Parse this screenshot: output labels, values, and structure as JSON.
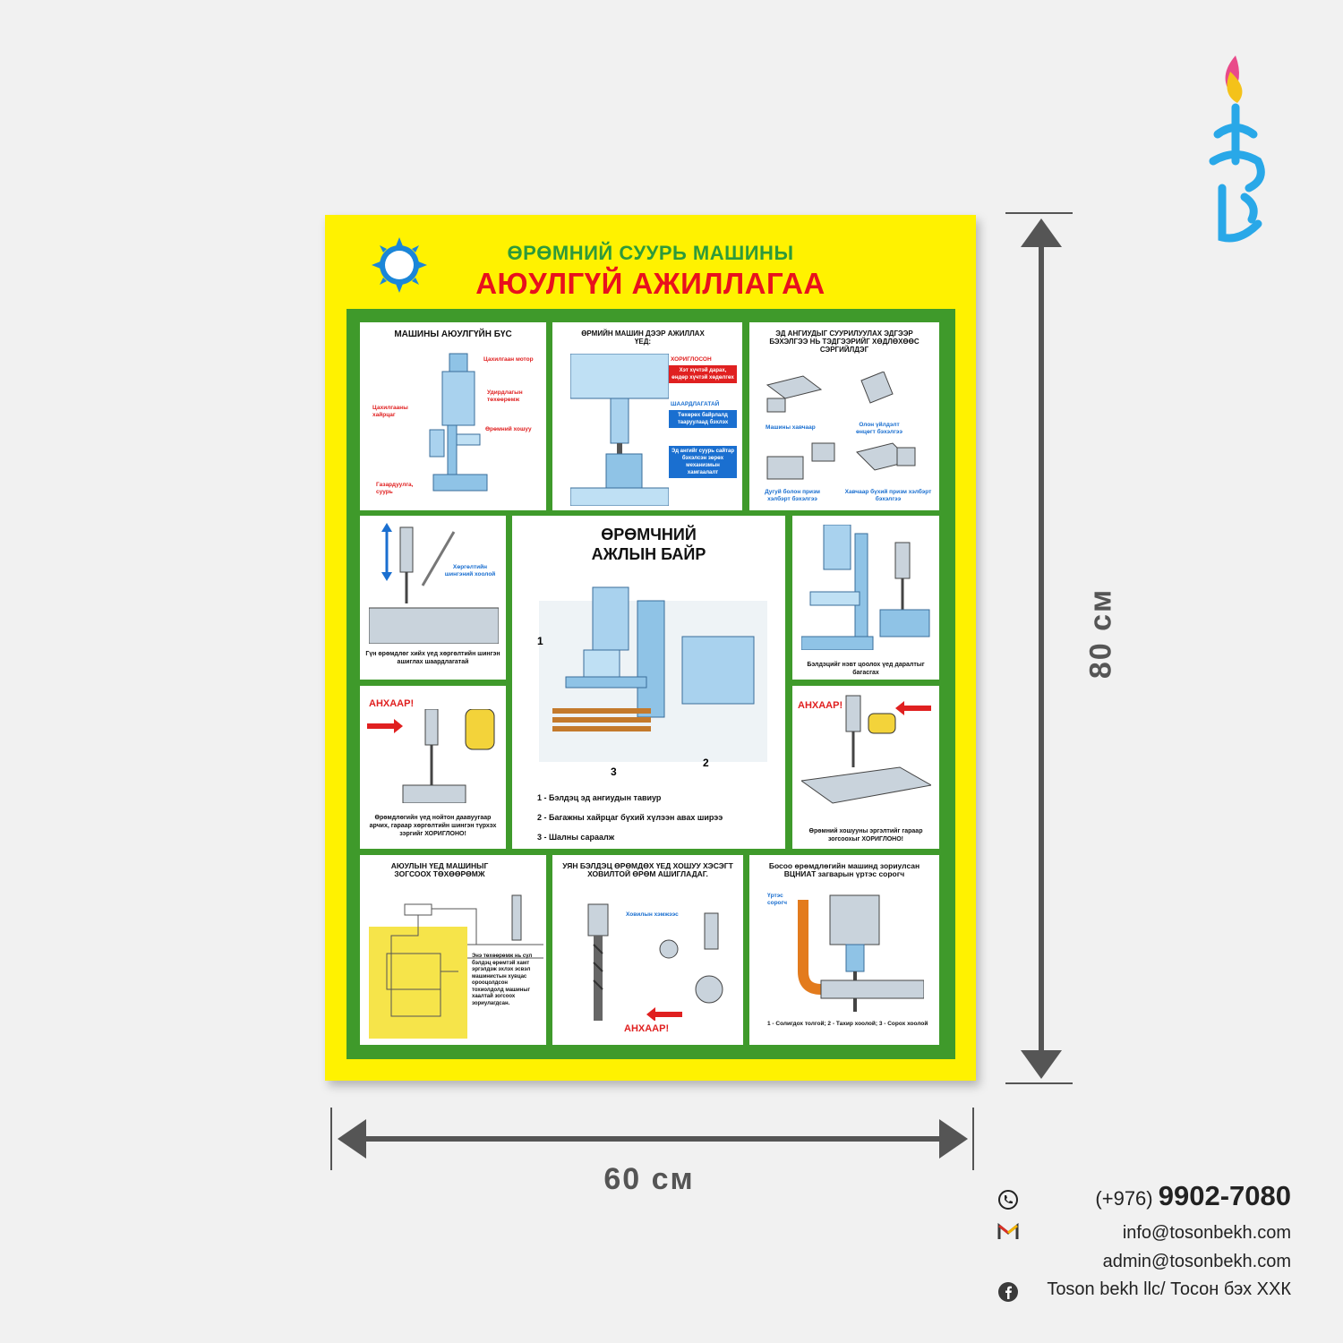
{
  "poster": {
    "title_line1": "ӨРӨМНИЙ СУУРЬ МАШИНЫ",
    "title_line2": "АЮУЛГҮЙ АЖИЛЛАГАА",
    "panel1": {
      "title": "МАШИНЫ АЮУЛГҮЙН БҮС",
      "labels": [
        "Цахилгаан мотор",
        "Удирдлагын төхөөрөмж",
        "Цахилгааны хайрцаг",
        "Өрөмний хошуу",
        "Газардуулга, суурь"
      ]
    },
    "panel2": {
      "title": "ӨРМИЙН МАШИН ДЭЭР АЖИЛЛАХ ҮЕД:",
      "forbidden": "ХОРИГЛОСОН",
      "red_box": "Хэт хүчтэй дарах, өндөр хүчтэй хөдөлгөх",
      "required": "ШААРДЛАГАТАЙ",
      "blue_box1": "Төхөрөх байрлалд тааруулаад бэхлэх",
      "blue_box2": "Эд ангийг суурь сайтар бэхэлсэн зөрөх механизмын хамгаалалт"
    },
    "panel3": {
      "title": "ЭД АНГИУДЫГ СУУРИЛУУЛАХ ЭДГЭЭР БЭХЭЛГЭЭ НЬ ТЭДГЭЭРИЙГ ХӨДЛӨХӨӨС СЭРГИЙЛДЭГ",
      "labels": [
        "Машины хавчаар",
        "Олон үйлдэлт өнцөгт бэхэлгээ",
        "Дугуй болон призм хэлбэрт бэхэлгээ",
        "Хавчаар бүхий призм хэлбэрт бэхэлгээ"
      ]
    },
    "panel4": {
      "label": "Хөргөлтийн шингэний хоолой",
      "caption": "Гүн өрөмдлөг хийх үед хөргөлтийн шингэн ашиглах шаардлагатай"
    },
    "center": {
      "title_line1": "ӨРӨМЧНИЙ",
      "title_line2": "АЖЛЫН БАЙР",
      "numbers": [
        "1",
        "2",
        "3"
      ],
      "legend": [
        "1 - Бэлдэц эд ангиудын тавиур",
        "2 - Багажны хайрцаг бүхий хүлээн авах ширээ",
        "3 - Шалны сараалж"
      ]
    },
    "panel6": {
      "caption": "Бэлдэцийг нэвт цоолох үед даралтыг багасгах"
    },
    "panel7": {
      "warning": "АНХААР!",
      "caption": "Өрөмдлөгийн үед нойтон даавуугаар арчих, гараар хөргөлтийн шингэн түрхэх зэргийг ХОРИГЛОНО!"
    },
    "panel8": {
      "warning": "АНХААР!",
      "caption": "Өрөмний хошууны эргэлтийг гараар зогсоохыг ХОРИГЛОНО!"
    },
    "panel9": {
      "title": "АЮУЛЫН ҮЕД МАШИНЫГ ЗОГСООХ ТӨХӨӨРӨМЖ",
      "text": "Энэ төхөөрөмж нь сул бэлдэц өрөмтэй хамт эргэлдэж эхлэх эсвэл машинистын хувцас орооцолдсон тохиолдолд машиныг хаалтай зогсоох зориулагдсан."
    },
    "panel10": {
      "title": "УЯН БЭЛДЭЦ ӨРӨМДӨХ ҮЕД ХОШУУ ХЭСЭГТ ХОВИЛТОЙ ӨРӨМ АШИГЛАДАГ.",
      "label": "Ховилын хэмжээс",
      "warning": "АНХААР!"
    },
    "panel11": {
      "title": "Босоо өрөмдлөгийн машинд зориулсан ВЦНИАТ загварын үртэс сорогч",
      "label": "Үртэс сорогч",
      "legend": "1 - Солигдох толгой; 2 - Тахир хоолой; 3 - Сорох хоолой"
    }
  },
  "dimensions": {
    "width": "60 см",
    "height": "80 см"
  },
  "contact": {
    "phone_prefix": "(+976)",
    "phone_number": "9902-7080",
    "email1": "info@tosonbekh.com",
    "email2": "admin@tosonbekh.com",
    "facebook": "Toson bekh llc/ Тосон бэх ХХК"
  }
}
